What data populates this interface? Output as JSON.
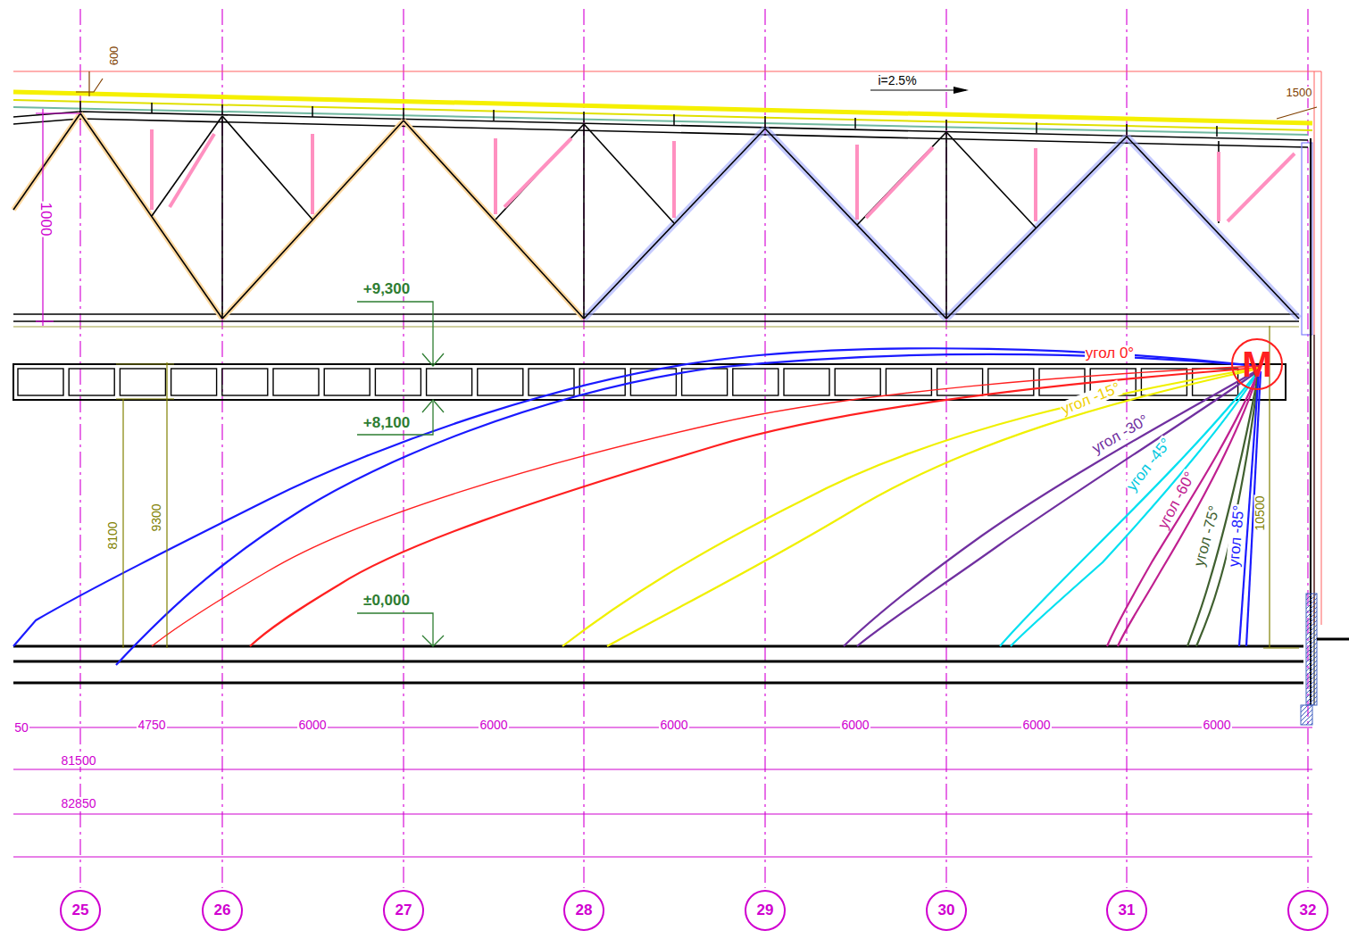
{
  "diagram": {
    "nodes": [
      {
        "text": [
          "M"
        ]
      },
      {
        "text": [
          "25"
        ]
      },
      {
        "text": [
          "26"
        ]
      },
      {
        "text": [
          "27"
        ]
      },
      {
        "text": [
          "28"
        ]
      },
      {
        "text": [
          "29"
        ]
      },
      {
        "text": [
          "30"
        ]
      },
      {
        "text": [
          "31"
        ]
      },
      {
        "text": [
          "32"
        ]
      }
    ],
    "labels": [
      "600",
      "i=2.5%",
      "1500",
      "1000",
      "+9,300",
      "+8,100",
      "±0,000",
      "8100",
      "9300",
      "10500",
      "угол 0°",
      "угол -15°",
      "угол -30°",
      "угол -45°",
      "угол -60°",
      "угол -75°",
      "угол -85°",
      "50",
      "4750",
      "6000",
      "6000",
      "6000",
      "6000",
      "6000",
      "6000",
      "81500",
      "82850"
    ]
  }
}
